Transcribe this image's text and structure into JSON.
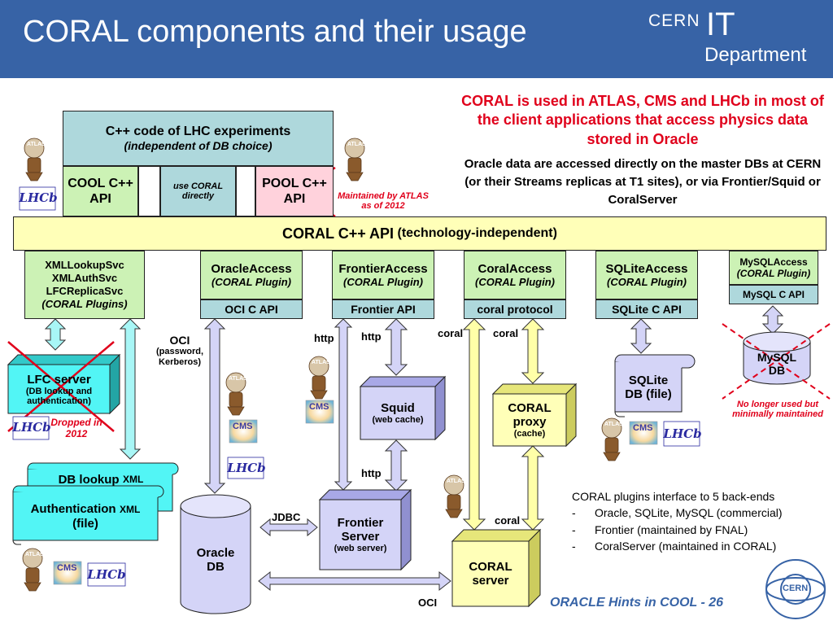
{
  "header": {
    "title": "CORAL components and their usage",
    "logo": {
      "cern": "CERN",
      "it": "IT",
      "department": "Department"
    }
  },
  "colors": {
    "header_bg": "#3763a6",
    "api_bar": "#ffffb8",
    "top_box": "#aed8dc",
    "plugin_box": "#ccf2b5",
    "server_box": "#ffffb8",
    "xml_box": "#52f5f5",
    "arrow_lavender": "#d4d4f7",
    "arrow_yellow": "#ffffa8",
    "arrow_cyan": "#a8f6f6",
    "red": "#e0001b"
  },
  "intro": {
    "headline": "CORAL is used in ATLAS, CMS and LHCb in most of the client applications that access physics data stored in Oracle",
    "body": "Oracle data are accessed directly on the master DBs at CERN (or their Streams replicas at T1 sites), or via Frontier/Squid or CoralServer"
  },
  "cpp_code": {
    "title": "C++ code of LHC experiments",
    "subtitle": "(independent of DB choice)"
  },
  "cool_api": {
    "label": "COOL C++ API"
  },
  "use_coral": {
    "label": "use CORAL directly"
  },
  "pool_api": {
    "label": "POOL C++ API"
  },
  "pool_note": "Maintained by ATLAS as of 2012",
  "coral_api": {
    "label": "CORAL C++ API",
    "suffix": "(technology-independent)"
  },
  "lfc_plugins": {
    "line1": "XMLLookupSvc",
    "line2": "XMLAuthSvc",
    "line3": "LFCReplicaSvc",
    "line4": "(CORAL Plugins)"
  },
  "plugins": [
    {
      "name": "OracleAccess",
      "note": "(CORAL Plugin)",
      "api": "OCI C API"
    },
    {
      "name": "FrontierAccess",
      "note": "(CORAL Plugin)",
      "api": "Frontier API"
    },
    {
      "name": "CoralAccess",
      "note": "(CORAL Plugin)",
      "api": "coral protocol"
    },
    {
      "name": "SQLiteAccess",
      "note": "(CORAL Plugin)",
      "api": "SQLite C API"
    },
    {
      "name": "MySQLAccess",
      "note": "(CORAL Plugin)",
      "api": "MySQL C API"
    }
  ],
  "lfc_server": {
    "title": "LFC server",
    "subtitle": "(DB lookup and authentication)",
    "note": "Dropped in 2012"
  },
  "xml_files": {
    "lookup": "DB lookup",
    "auth": "Authentication",
    "xml": "XML",
    "file": "(file)"
  },
  "oracle_db": {
    "line1": "Oracle",
    "line2": "DB"
  },
  "oci_label": {
    "title": "OCI",
    "sub": "(password, Kerberos)"
  },
  "squid": {
    "title": "Squid",
    "sub": "(web cache)"
  },
  "frontier_server": {
    "title": "Frontier Server",
    "sub": "(web server)"
  },
  "coral_proxy": {
    "title": "CORAL proxy",
    "sub": "(cache)"
  },
  "coral_server": {
    "title": "CORAL server"
  },
  "sqlite_db": {
    "label": "SQLite DB (file)"
  },
  "mysql_db": {
    "label": "MySQL DB",
    "note": "No longer used but minimally maintained"
  },
  "conn_labels": {
    "http": "http",
    "coral": "coral",
    "jdbc": "JDBC",
    "oci": "OCI"
  },
  "experiments": {
    "atlas": "ATLAS",
    "cms": "CMS",
    "lhcb": "LHCb"
  },
  "notes": {
    "title": "CORAL plugins interface to 5 back-ends",
    "items": [
      "Oracle, SQLite, MySQL (commercial)",
      "Frontier (maintained by FNAL)",
      "CoralServer (maintained in CORAL)"
    ]
  },
  "footer": {
    "text": "ORACLE Hints in COOL - 26",
    "logo": "CERN"
  }
}
